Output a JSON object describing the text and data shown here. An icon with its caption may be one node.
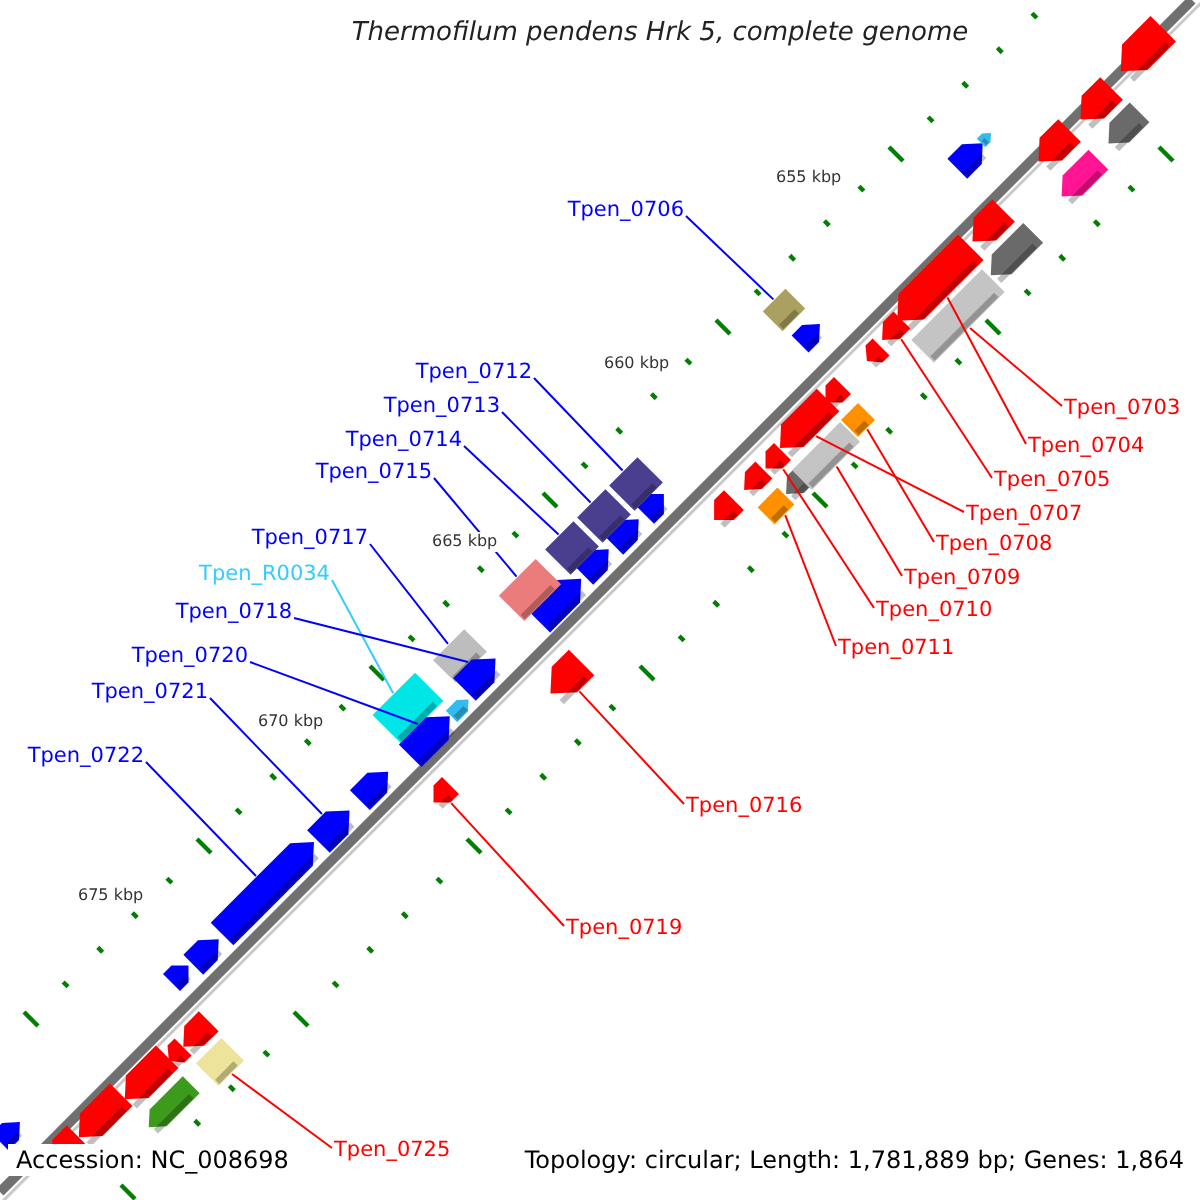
{
  "diagram": {
    "title": "Thermofilum pendens Hrk 5, complete genome",
    "nodes": [
      {
        "text": [
          "Tpen_0706"
        ]
      },
      {
        "text": [
          "Tpen_0712"
        ]
      },
      {
        "text": [
          "Tpen_0713"
        ]
      },
      {
        "text": [
          "Tpen_0714"
        ]
      },
      {
        "text": [
          "Tpen_0715"
        ]
      },
      {
        "text": [
          "Tpen_0717"
        ]
      },
      {
        "text": [
          "Tpen_R0034"
        ]
      },
      {
        "text": [
          "Tpen_0718"
        ]
      },
      {
        "text": [
          "Tpen_0720"
        ]
      },
      {
        "text": [
          "Tpen_0721"
        ]
      },
      {
        "text": [
          "Tpen_0722"
        ]
      },
      {
        "text": [
          "Tpen_0703"
        ]
      },
      {
        "text": [
          "Tpen_0704"
        ]
      },
      {
        "text": [
          "Tpen_0705"
        ]
      },
      {
        "text": [
          "Tpen_0707"
        ]
      },
      {
        "text": [
          "Tpen_0708"
        ]
      },
      {
        "text": [
          "Tpen_0709"
        ]
      },
      {
        "text": [
          "Tpen_0710"
        ]
      },
      {
        "text": [
          "Tpen_0711"
        ]
      },
      {
        "text": [
          "Tpen_0716"
        ]
      },
      {
        "text": [
          "Tpen_0719"
        ]
      },
      {
        "text": [
          "Tpen_0725"
        ]
      },
      {
        "text": [],
        "shape": "diamond"
      },
      {
        "text": [],
        "shape": "diamond"
      },
      {
        "text": [],
        "shape": "diamond"
      },
      {
        "text": [],
        "shape": "diamond"
      },
      {
        "text": [],
        "shape": "box"
      },
      {
        "text": [],
        "shape": "diamond"
      },
      {
        "text": [],
        "shape": "box"
      },
      {
        "text": [],
        "shape": "arrow"
      },
      {
        "text": [],
        "shape": "arrow"
      },
      {
        "text": [],
        "shape": "arrow"
      },
      {
        "text": [],
        "shape": "arrow"
      },
      {
        "text": [],
        "shape": "box"
      },
      {
        "text": [],
        "shape": "arrow"
      },
      {
        "text": [],
        "shape": "arrow"
      },
      {
        "text": [],
        "shape": "arrow"
      },
      {
        "text": [],
        "shape": "diamond"
      },
      {
        "text": [],
        "shape": "box"
      },
      {
        "text": [],
        "shape": "arrow"
      },
      {
        "text": [],
        "shape": "diamond"
      },
      {
        "text": [],
        "shape": "arrow"
      },
      {
        "text": [],
        "shape": "arrow"
      },
      {
        "text": [],
        "shape": "diamond"
      }
    ],
    "edges": [
      {
        "from": 0,
        "to": 22,
        "arrow": "none",
        "color": "#0000ff"
      },
      {
        "from": 1,
        "to": 23,
        "arrow": "none",
        "color": "#0000ff"
      },
      {
        "from": 2,
        "to": 24,
        "arrow": "none",
        "color": "#0000ff"
      },
      {
        "from": 3,
        "to": 25,
        "arrow": "none",
        "color": "#0000ff"
      },
      {
        "from": 4,
        "to": 26,
        "arrow": "none",
        "color": "#0000ff"
      },
      {
        "from": 5,
        "to": 27,
        "arrow": "none",
        "color": "#0000ff"
      },
      {
        "from": 6,
        "to": 28,
        "arrow": "none",
        "color": "#33ccff"
      },
      {
        "from": 7,
        "to": 29,
        "arrow": "none",
        "color": "#0000ff"
      },
      {
        "from": 8,
        "to": 30,
        "arrow": "none",
        "color": "#0000ff"
      },
      {
        "from": 9,
        "to": 31,
        "arrow": "none",
        "color": "#0000ff"
      },
      {
        "from": 10,
        "to": 32,
        "arrow": "none",
        "color": "#0000ff"
      },
      {
        "from": 11,
        "to": 33,
        "arrow": "none",
        "color": "#ff0000"
      },
      {
        "from": 12,
        "to": 34,
        "arrow": "none",
        "color": "#ff0000"
      },
      {
        "from": 13,
        "to": 35,
        "arrow": "none",
        "color": "#ff0000"
      },
      {
        "from": 14,
        "to": 36,
        "arrow": "none",
        "color": "#ff0000"
      },
      {
        "from": 15,
        "to": 37,
        "arrow": "none",
        "color": "#ff0000"
      },
      {
        "from": 16,
        "to": 38,
        "arrow": "none",
        "color": "#ff0000"
      },
      {
        "from": 17,
        "to": 39,
        "arrow": "none",
        "color": "#ff0000"
      },
      {
        "from": 18,
        "to": 40,
        "arrow": "none",
        "color": "#ff0000"
      },
      {
        "from": 19,
        "to": 41,
        "arrow": "none",
        "color": "#ff0000"
      },
      {
        "from": 20,
        "to": 42,
        "arrow": "none",
        "color": "#ff0000"
      },
      {
        "from": 21,
        "to": 43,
        "arrow": "none",
        "color": "#ff0000"
      }
    ],
    "labels": [
      "655 kbp",
      "660 kbp",
      "665 kbp",
      "670 kbp",
      "675 kbp",
      "Accession: NC_008698",
      "Topology: circular; Length: 1,781,889 bp; Genes: 1,864"
    ]
  }
}
